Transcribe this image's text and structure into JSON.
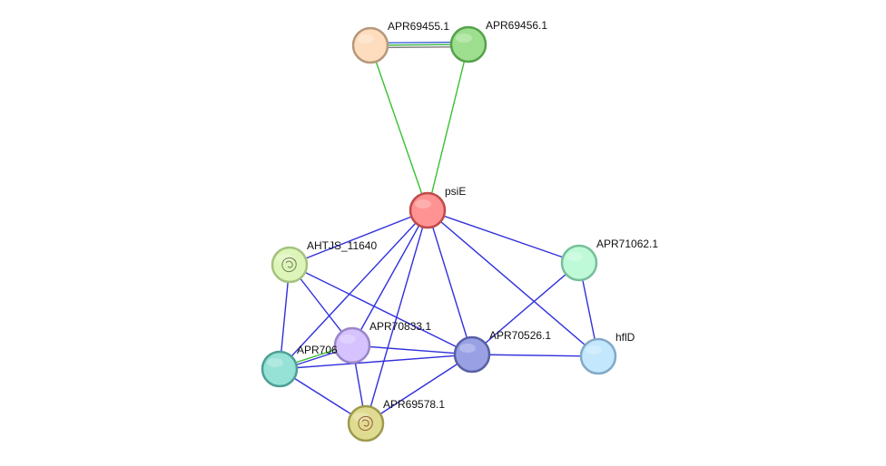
{
  "nodes": [
    {
      "id": "APR69455.1",
      "label": "APR69455.1",
      "fill": "#FDDDBE",
      "stroke": "#B5987A",
      "icon": ""
    },
    {
      "id": "APR69456.1",
      "label": "APR69456.1",
      "fill": "#9EDF8F",
      "stroke": "#55A14A",
      "icon": ""
    },
    {
      "id": "psiE",
      "label": "psiE",
      "fill": "#FF9393",
      "stroke": "#C04A4A",
      "icon": ""
    },
    {
      "id": "AHTJS_11640",
      "label": "AHTJS_11640",
      "fill": "#DEF5B9",
      "stroke": "#A5C27E",
      "icon": "protein-structure-icon"
    },
    {
      "id": "APR71062.1",
      "label": "APR71062.1",
      "fill": "#BFFAD8",
      "stroke": "#77BF9A",
      "icon": ""
    },
    {
      "id": "APR70833.1",
      "label": "APR70833.1",
      "fill": "#D5C2FE",
      "stroke": "#9A86C9",
      "icon": ""
    },
    {
      "id": "APR706",
      "label": "APR706",
      "fill": "#96E2D6",
      "stroke": "#4E9F93",
      "icon": ""
    },
    {
      "id": "APR70526.1",
      "label": "APR70526.1",
      "fill": "#99A1E4",
      "stroke": "#5860A4",
      "icon": ""
    },
    {
      "id": "hflD",
      "label": "hflD",
      "fill": "#C3E7FD",
      "stroke": "#82A9C6",
      "icon": ""
    },
    {
      "id": "APR69578.1",
      "label": "APR69578.1",
      "fill": "#DFDC91",
      "stroke": "#9E9A4D",
      "icon": "protein-structure-icon"
    }
  ],
  "edges": [
    {
      "source": "APR69455.1",
      "target": "APR69456.1",
      "colors": [
        "#3A5FD8",
        "#39B54A",
        "#7B7B7B"
      ]
    },
    {
      "source": "APR69455.1",
      "target": "psiE",
      "colors": [
        "#39C132"
      ]
    },
    {
      "source": "APR69456.1",
      "target": "psiE",
      "colors": [
        "#39C132"
      ]
    },
    {
      "source": "psiE",
      "target": "AHTJS_11640",
      "colors": [
        "#3030DD"
      ]
    },
    {
      "source": "psiE",
      "target": "APR71062.1",
      "colors": [
        "#3030DD"
      ]
    },
    {
      "source": "psiE",
      "target": "APR70833.1",
      "colors": [
        "#3030DD"
      ]
    },
    {
      "source": "psiE",
      "target": "APR706",
      "colors": [
        "#3030DD"
      ]
    },
    {
      "source": "psiE",
      "target": "APR70526.1",
      "colors": [
        "#3030DD"
      ]
    },
    {
      "source": "psiE",
      "target": "hflD",
      "colors": [
        "#3030DD"
      ]
    },
    {
      "source": "psiE",
      "target": "APR69578.1",
      "colors": [
        "#3030DD"
      ]
    },
    {
      "source": "AHTJS_11640",
      "target": "APR70833.1",
      "colors": [
        "#3030DD"
      ]
    },
    {
      "source": "AHTJS_11640",
      "target": "APR706",
      "colors": [
        "#3030DD"
      ]
    },
    {
      "source": "AHTJS_11640",
      "target": "APR70526.1",
      "colors": [
        "#3030DD"
      ]
    },
    {
      "source": "APR71062.1",
      "target": "APR70526.1",
      "colors": [
        "#3030DD"
      ]
    },
    {
      "source": "APR71062.1",
      "target": "hflD",
      "colors": [
        "#3030DD"
      ]
    },
    {
      "source": "APR70833.1",
      "target": "APR706",
      "colors": [
        "#3030DD",
        "#39C132"
      ]
    },
    {
      "source": "APR70833.1",
      "target": "APR70526.1",
      "colors": [
        "#3030DD"
      ]
    },
    {
      "source": "APR70833.1",
      "target": "APR69578.1",
      "colors": [
        "#3030DD"
      ]
    },
    {
      "source": "APR706",
      "target": "APR70526.1",
      "colors": [
        "#3030DD"
      ]
    },
    {
      "source": "APR706",
      "target": "APR69578.1",
      "colors": [
        "#3030DD"
      ]
    },
    {
      "source": "APR70526.1",
      "target": "hflD",
      "colors": [
        "#3030DD"
      ]
    },
    {
      "source": "APR70526.1",
      "target": "APR69578.1",
      "colors": [
        "#3030DD"
      ]
    }
  ]
}
